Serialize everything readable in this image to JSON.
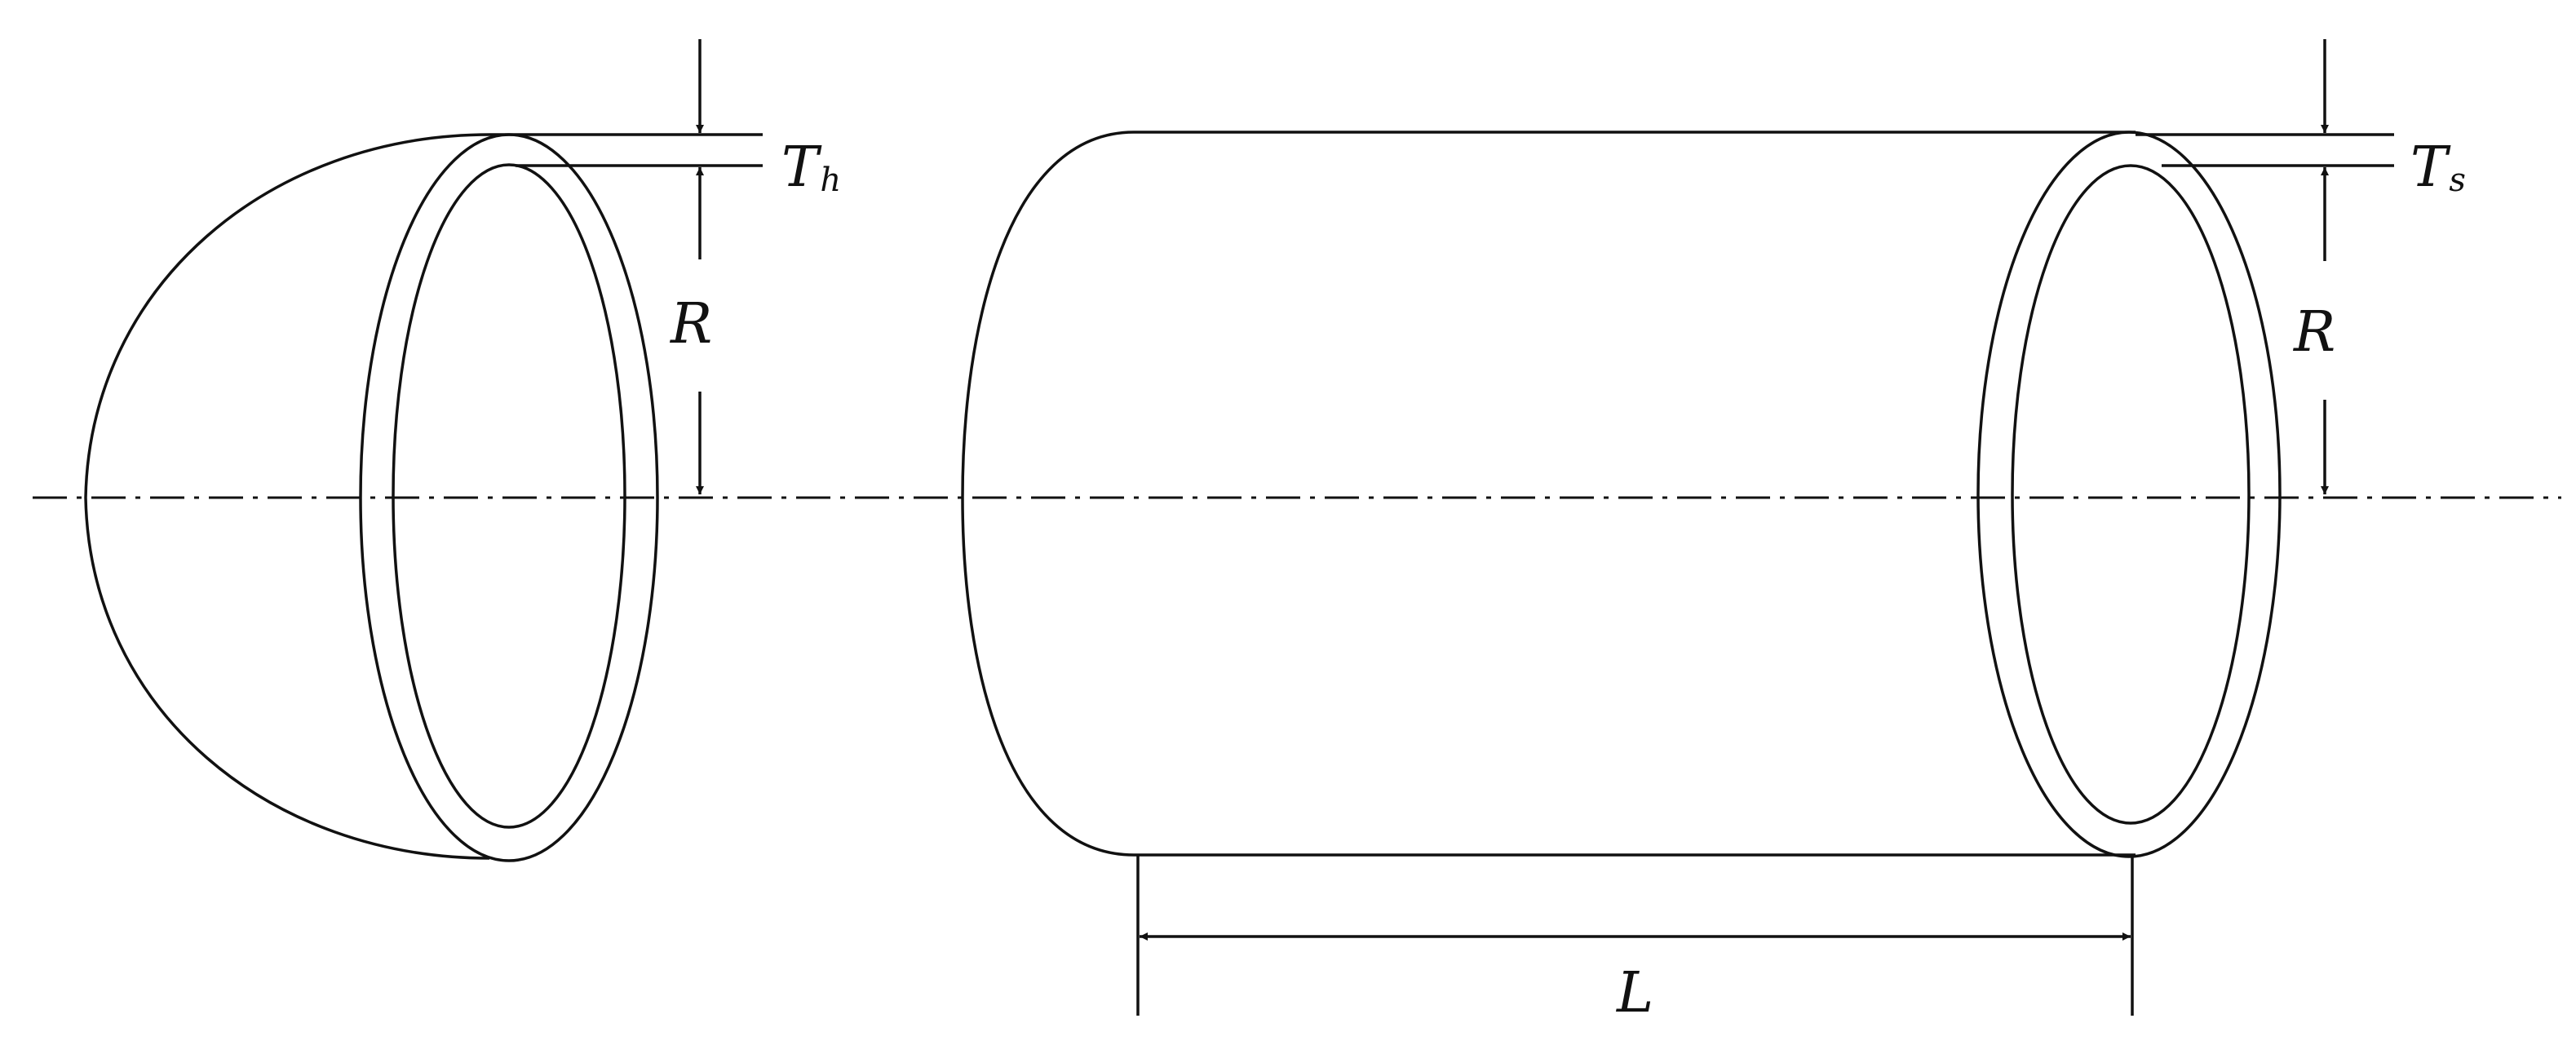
{
  "diagram": {
    "labels": {
      "head_thickness": {
        "main": "T",
        "sub": "h"
      },
      "head_radius": "R",
      "shell_thickness": {
        "main": "T",
        "sub": "s"
      },
      "shell_radius": "R",
      "shell_length": "L"
    },
    "colors": {
      "stroke": "#111111",
      "background": "#ffffff"
    }
  }
}
